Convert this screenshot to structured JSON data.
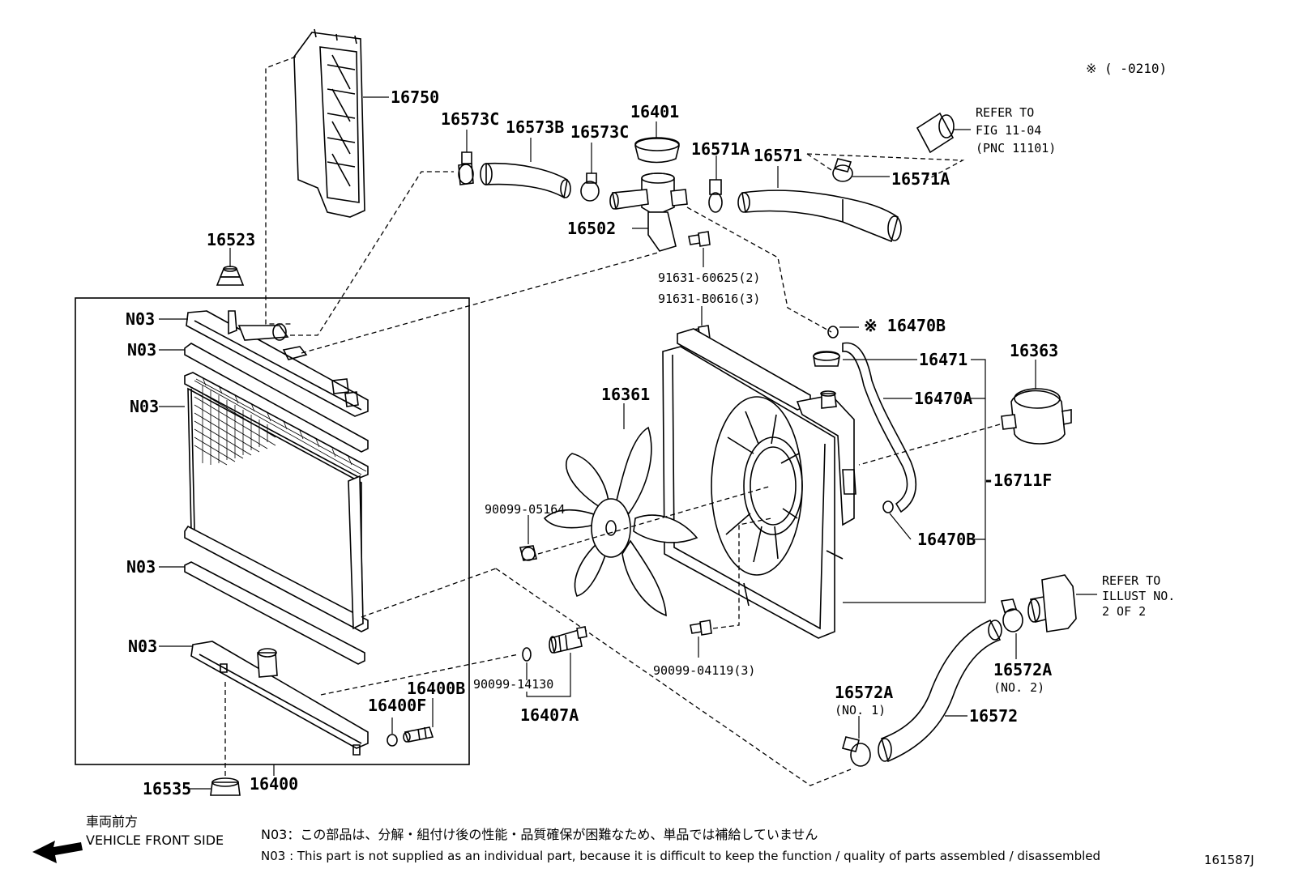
{
  "title_note": "※ (      -0210)",
  "labels": {
    "p16750": "16750",
    "p16573C_a": "16573C",
    "p16573B": "16573B",
    "p16573C_b": "16573C",
    "p16401": "16401",
    "p16571A_a": "16571A",
    "p16571": "16571",
    "p16571A_b": "16571A",
    "p16502": "16502",
    "p16523": "16523",
    "p91631_60625": "91631-60625(2)",
    "p91631_B0616": "91631-B0616(3)",
    "p16470B_a": "※ 16470B",
    "p16471": "16471",
    "p16363": "16363",
    "p16470A": "16470A",
    "p16361": "16361",
    "p16711F": "-16711F",
    "p90099_05164": "90099-05164",
    "p16470B_b": "16470B",
    "p90099_04119": "90099-04119(3)",
    "p16572A_a": "16572A",
    "p16572A_a_sub": "(NO. 1)",
    "p16572A_b": "16572A",
    "p16572A_b_sub": "(NO. 2)",
    "p16572": "16572",
    "p90099_14130": "90099-14130",
    "p16407A": "16407A",
    "p16400B": "16400B",
    "p16400F": "16400F",
    "p16535": "16535",
    "p16400": "16400",
    "n03_1": "N03",
    "n03_2": "N03",
    "n03_3": "N03",
    "n03_4": "N03",
    "n03_5": "N03"
  },
  "refer_top": {
    "line1": "REFER TO",
    "line2": "FIG 11-04",
    "line3": "(PNC 11101)"
  },
  "refer_right": {
    "line1": "REFER TO",
    "line2": "ILLUST NO.",
    "line3": "2 OF 2"
  },
  "vehicle_front": {
    "jp": "車両前方",
    "en": "VEHICLE FRONT SIDE"
  },
  "footnotes": {
    "jp": "N03：この部品は、分解・組付け後の性能・品質確保が困難なため、単品では補給していません",
    "en": "N03 : This part is not supplied as an individual part, because it is difficult to keep the function / quality of parts assembled / disassembled"
  },
  "figure_code": "161587J"
}
